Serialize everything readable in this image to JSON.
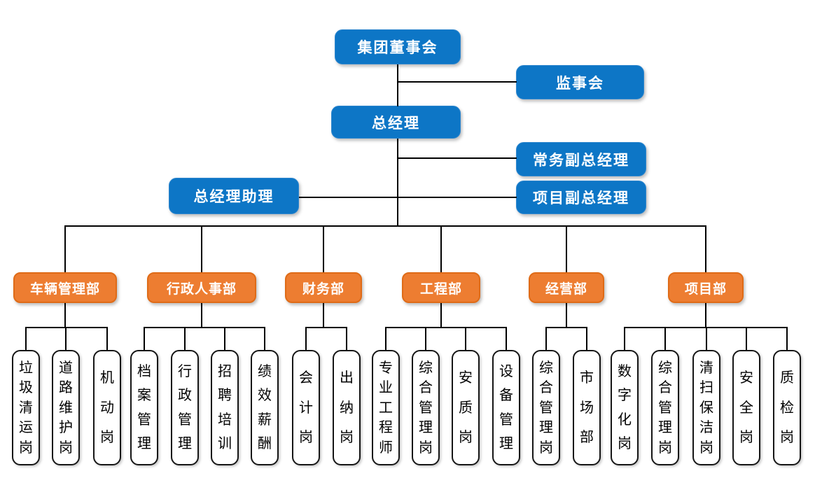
{
  "page": {
    "type": "organization-chart",
    "background": "#FFFFFF"
  },
  "colors": {
    "executive_box_fill": "#0D76C6",
    "executive_box_text": "#FFFFFF",
    "department_box_fill": "#ED7D31",
    "department_box_text": "#FFFFFF",
    "position_box_fill": "#FFFFFF",
    "position_box_border": "#000000",
    "position_box_text": "#000000",
    "connector": "#000000"
  },
  "executives": {
    "board": "集团董事会",
    "supervisory_board": "监事会",
    "general_manager": "总经理",
    "executive_deputy_gm": "常务副总经理",
    "gm_assistant": "总经理助理",
    "project_deputy_gm": "项目副总经理"
  },
  "departments": [
    {
      "label": "车辆管理部",
      "positions": [
        "垃圾清运岗",
        "道路维护岗",
        "机动岗"
      ]
    },
    {
      "label": "行政人事部",
      "positions": [
        "档案管理",
        "行政管理",
        "招聘培训",
        "绩效薪酬"
      ]
    },
    {
      "label": "财务部",
      "positions": [
        "会计岗",
        "出纳岗"
      ]
    },
    {
      "label": "工程部",
      "positions": [
        "专业工程师",
        "综合管理岗",
        "安质岗",
        "设备管理"
      ]
    },
    {
      "label": "经营部",
      "positions": [
        "综合管理岗",
        "市场部"
      ]
    },
    {
      "label": "项目部",
      "positions": [
        "数字化岗",
        "综合管理岗",
        "清扫保洁岗",
        "安全岗",
        "质检岗"
      ]
    }
  ]
}
